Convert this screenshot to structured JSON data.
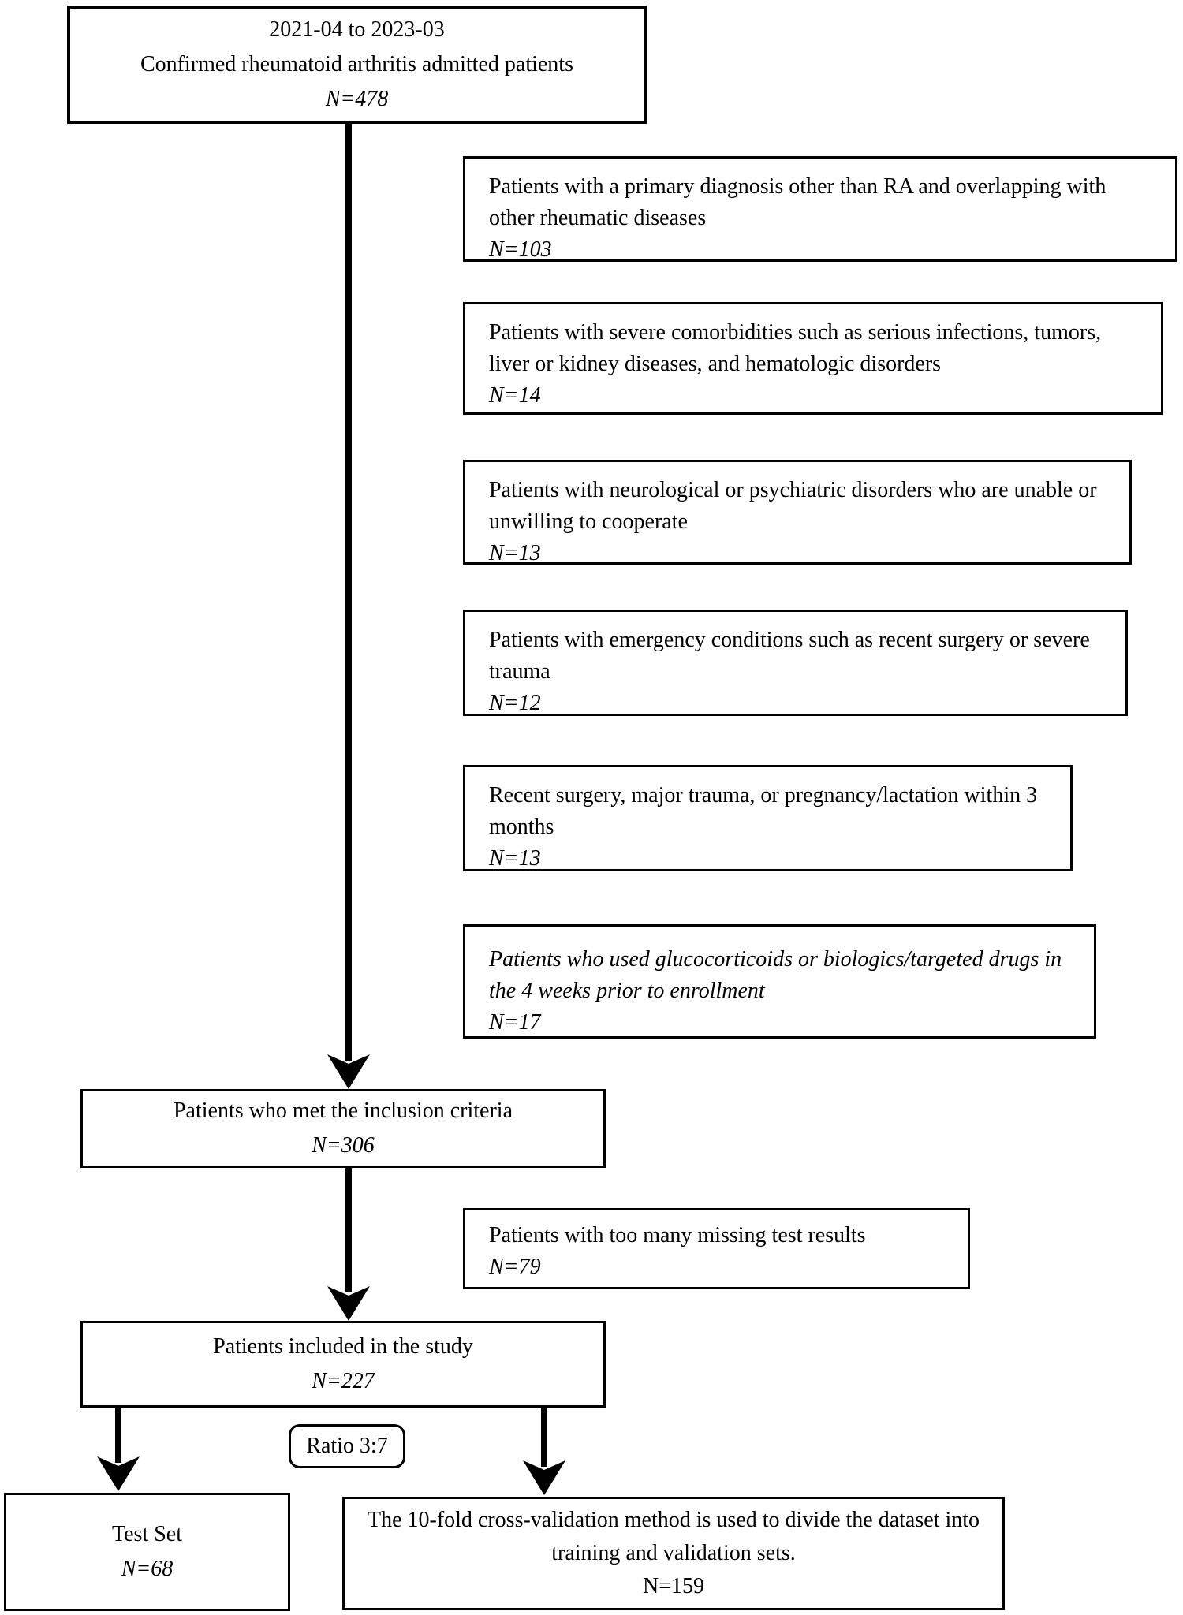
{
  "flowchart": {
    "colors": {
      "border": "#000000",
      "text": "#000000",
      "background": "#ffffff"
    },
    "top_box": {
      "period": "2021-04 to 2023-03",
      "label": "Confirmed rheumatoid arthritis admitted patients",
      "n": "N=478"
    },
    "exclusions": [
      {
        "label": "Patients with a primary diagnosis other than RA and overlapping with other rheumatic diseases",
        "n": "N=103"
      },
      {
        "label": "Patients with severe comorbidities such as serious infections, tumors, liver or kidney diseases, and hematologic disorders",
        "n": "N=14"
      },
      {
        "label": "Patients with neurological or psychiatric disorders who are unable or unwilling to cooperate",
        "n": "N=13"
      },
      {
        "label": "Patients with emergency conditions such as recent surgery or severe trauma",
        "n": "N=12"
      },
      {
        "label": "Recent surgery, major trauma, or pregnancy/lactation within 3 months",
        "n": "N=13"
      },
      {
        "label": "Patients who used glucocorticoids or biologics/targeted drugs in the 4 weeks prior to enrollment",
        "n": "N=17"
      },
      {
        "label": "Patients with too many missing test results",
        "n": "N=79"
      }
    ],
    "inclusion_box": {
      "label": "Patients who met the inclusion criteria",
      "n": "N=306"
    },
    "included_box": {
      "label": "Patients included in the study",
      "n": "N=227"
    },
    "ratio_label": "Ratio 3:7",
    "test_set_box": {
      "label": "Test Set",
      "n": "N=68"
    },
    "cross_validation_box": {
      "label": "The 10-fold cross-validation method is used to divide the dataset into training and validation sets.",
      "n": "N=159"
    }
  }
}
